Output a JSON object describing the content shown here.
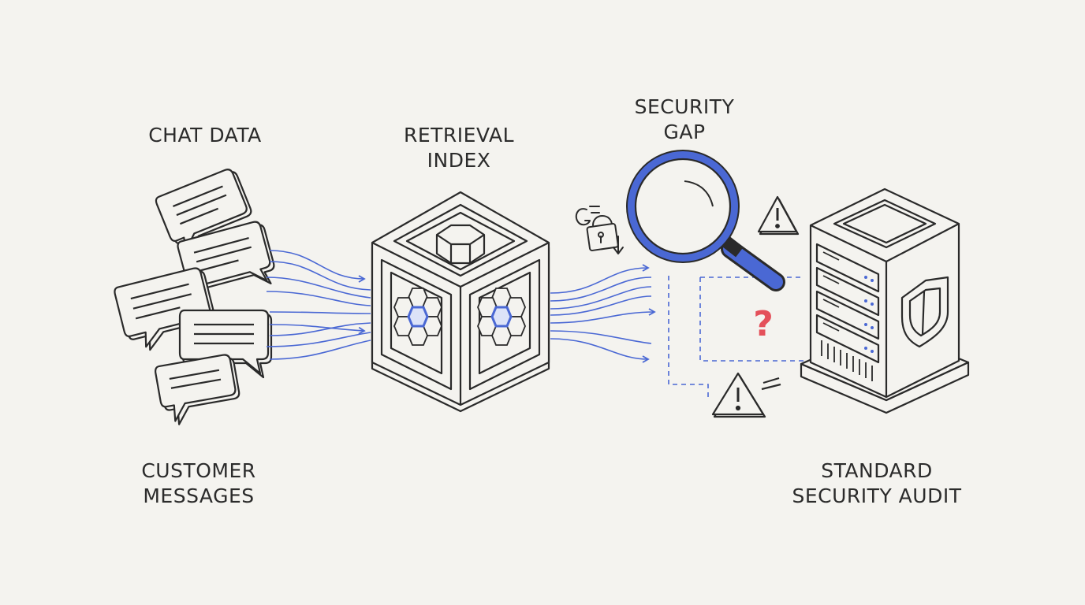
{
  "labels": {
    "chat_data": "CHAT DATA",
    "customer_messages": [
      "CUSTOMER",
      "MESSAGES"
    ],
    "retrieval_index": [
      "RETRIEVAL",
      "INDEX"
    ],
    "security_gap": [
      "SECURITY",
      "GAP"
    ],
    "standard_security_audit": [
      "STANDARD",
      "SECURITY AUDIT"
    ],
    "question_mark": "?"
  },
  "icons": [
    "chat-bubbles-icon",
    "flow-arrows-icon",
    "cube-index-icon",
    "lock-icon",
    "magnifying-glass-icon",
    "warning-icon",
    "server-tower-icon",
    "shield-icon"
  ],
  "colors": {
    "background": "#f4f3ef",
    "line": "#2a2a2a",
    "accent_blue": "#4a68d4",
    "alert_red": "#e4505a"
  }
}
